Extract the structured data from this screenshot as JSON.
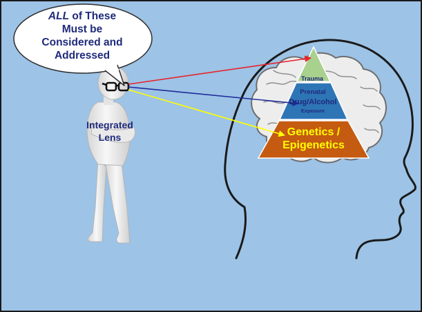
{
  "bubble": {
    "line1_emph": "ALL",
    "line1_rest": " of These",
    "line2": "Must be",
    "line3": "Considered and",
    "line4": "Addressed"
  },
  "lens": {
    "line1": "Integrated",
    "line2": "Lens"
  },
  "pyramid": {
    "top": "Trauma",
    "middle_line1": "Prenatal",
    "middle_line2": "Drug/Alcohol",
    "middle_line3": "Exposure",
    "bottom_line1": "Genetics /",
    "bottom_line2": "Epigenetics"
  },
  "colors": {
    "background": "#9dc3e6",
    "tier_top": "#a9d18e",
    "tier_middle": "#2e75b6",
    "tier_bottom": "#c55a11",
    "arrow_top": "#e8232b",
    "arrow_middle": "#1f2a9a",
    "arrow_bottom": "#ffff00",
    "label_text": "#1f2a7a"
  },
  "icons": [
    "speech-bubble",
    "person-figure",
    "glasses",
    "head-silhouette",
    "brain"
  ]
}
